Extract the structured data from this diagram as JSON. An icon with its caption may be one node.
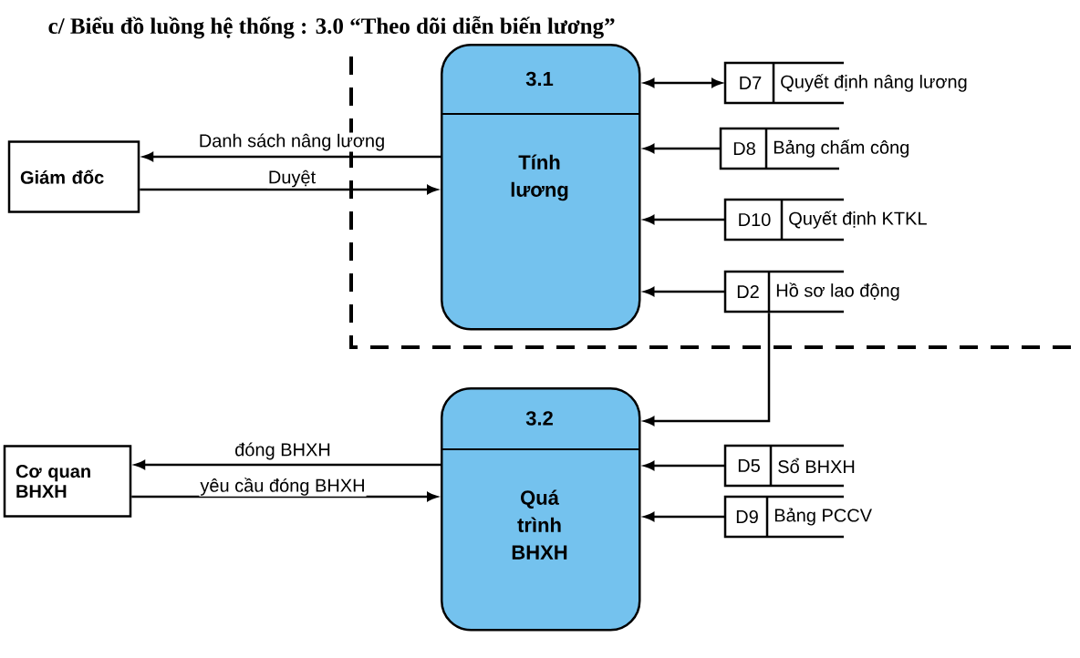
{
  "diagram": {
    "title": "c/  Biểu đồ luồng hệ thống : 3.0 “Theo dõi diễn biến lương”",
    "nodes": [
      {
        "text": [
          "Giám đốc"
        ]
      },
      {
        "text": [
          "3.1",
          "Tính lương"
        ]
      },
      {
        "text": [
          "D7",
          "Quyết định nâng lương"
        ]
      },
      {
        "text": [
          "D8",
          "Bảng chấm công"
        ]
      },
      {
        "text": [
          "D10",
          "Quyết định KTKL"
        ]
      },
      {
        "text": [
          "D2",
          "Hồ sơ lao động"
        ]
      },
      {
        "text": [
          "Cơ quan BHXH"
        ]
      },
      {
        "text": [
          "3.2",
          "Quá trình BHXH"
        ]
      },
      {
        "text": [
          "D5",
          "Sổ BHXH"
        ]
      },
      {
        "text": [
          "D9",
          "Bảng PCCV"
        ]
      }
    ],
    "edges": [
      {
        "from": 1,
        "to": 0,
        "arrow": "to",
        "label": "Danh sách nâng lương"
      },
      {
        "from": 0,
        "to": 1,
        "arrow": "to",
        "label": "Duyệt"
      },
      {
        "from": 1,
        "to": 2,
        "arrow": "both"
      },
      {
        "from": 3,
        "to": 1,
        "arrow": "to"
      },
      {
        "from": 4,
        "to": 1,
        "arrow": "to"
      },
      {
        "from": 5,
        "to": 1,
        "arrow": "to"
      },
      {
        "from": 5,
        "to": 7,
        "arrow": "to"
      },
      {
        "from": 7,
        "to": 6,
        "arrow": "to",
        "label": "đóng BHXH"
      },
      {
        "from": 6,
        "to": 7,
        "arrow": "to",
        "label": "yêu cầu đóng BHXH"
      },
      {
        "from": 8,
        "to": 7,
        "arrow": "to"
      },
      {
        "from": 9,
        "to": 7,
        "arrow": "to"
      }
    ]
  }
}
